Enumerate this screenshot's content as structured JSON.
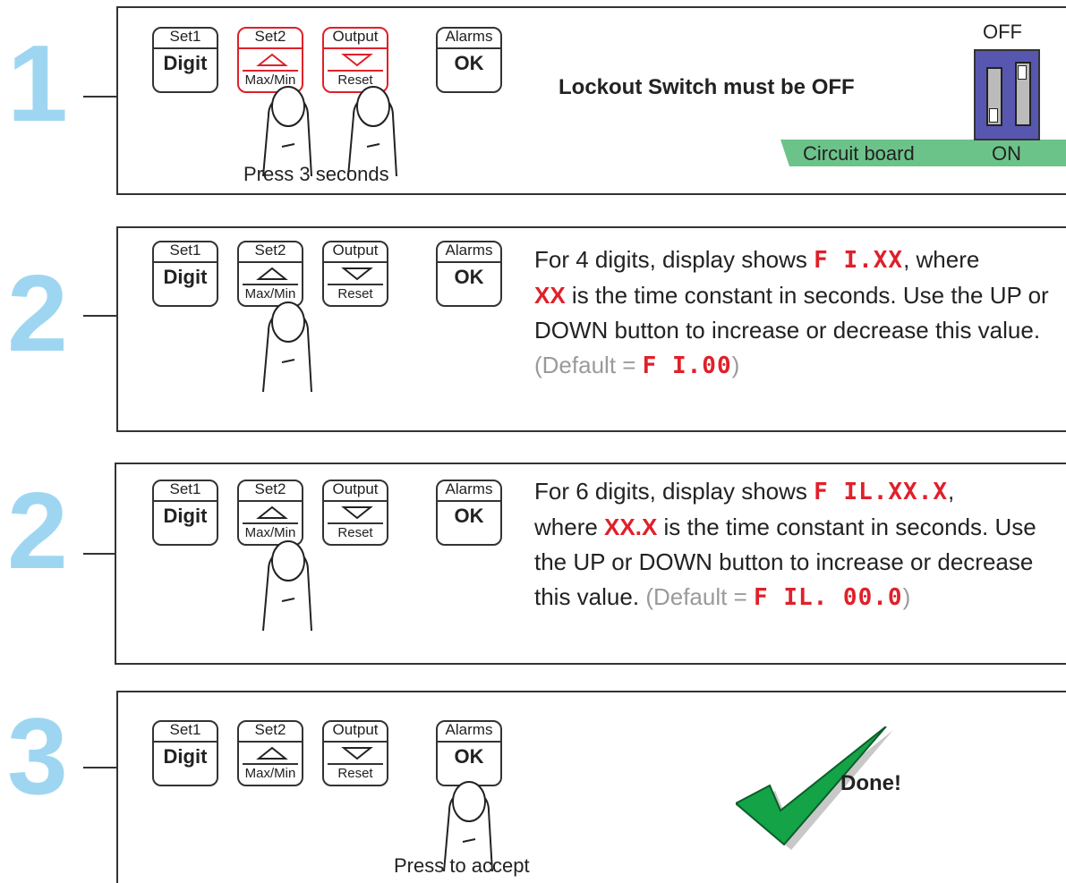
{
  "colors": {
    "step_number": "#9ed6f2",
    "accent_red": "#e0202a",
    "switch_blue": "#5757b0",
    "board_green": "#6cc389",
    "check_green": "#14a347",
    "default_grey": "#9a9a9a"
  },
  "keys": {
    "set1_top": "Set1",
    "set1_main": "Digit",
    "set2_top": "Set2",
    "set2_sub": "Max/Min",
    "output_top": "Output",
    "output_sub": "Reset",
    "alarms_top": "Alarms",
    "alarms_main": "OK"
  },
  "steps": [
    {
      "number": "1",
      "caption": "Press 3 seconds",
      "message": "Lockout Switch must be OFF",
      "switch_off": "OFF",
      "switch_on": "ON",
      "board_label": "Circuit board"
    },
    {
      "number": "2",
      "text_a": "For 4 digits, display shows ",
      "seg_a": "F I.XX",
      "text_b": ", where",
      "seg_b": "XX",
      "text_c": " is the time constant in seconds. Use the UP or DOWN button to increase or decrease this value.",
      "default_text": "(Default = ",
      "default_seg": "F I.00",
      "default_close": ")"
    },
    {
      "number": "2",
      "text_a": "For 6 digits, display shows ",
      "seg_a": "F IL.XX.X",
      "text_b": ",",
      "text_where": "where ",
      "seg_b": "XX.X",
      "text_c": " is the time constant in seconds. Use the UP or DOWN button to increase or decrease this value.",
      "default_text": "(Default",
      "default_eq": "= ",
      "default_seg": "F IL. 00.0",
      "default_close": ")"
    },
    {
      "number": "3",
      "caption": "Press to accept",
      "message": "Done!"
    }
  ]
}
